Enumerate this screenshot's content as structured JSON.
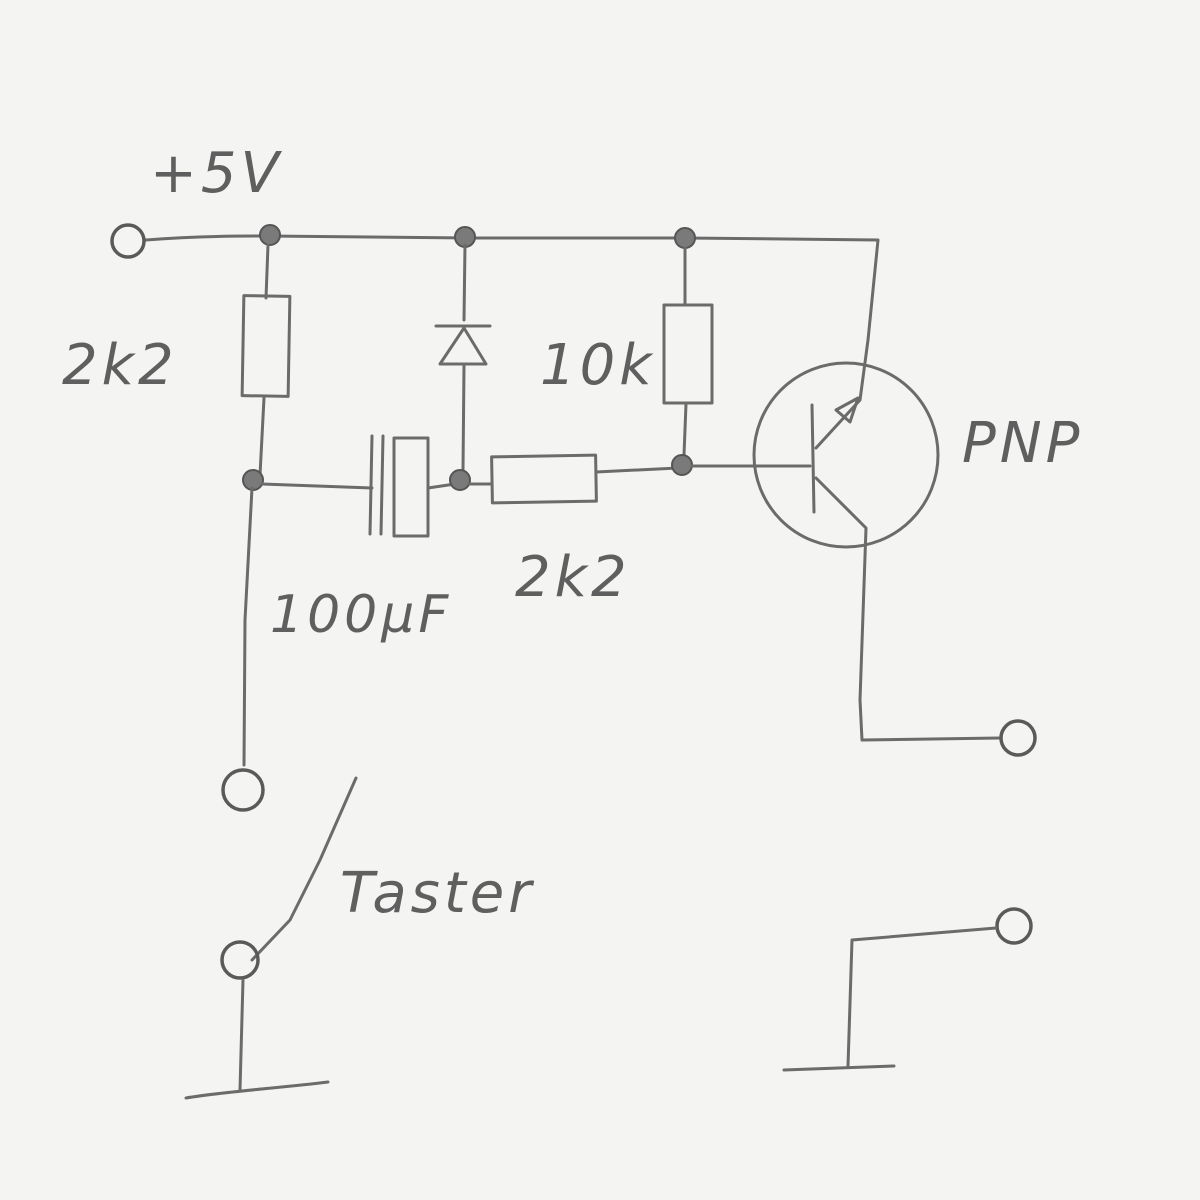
{
  "labels": {
    "supply": "+5V",
    "r_top_left": "2k2",
    "r_top_right": "10k",
    "r_series": "2k2",
    "capacitor": "100µF",
    "transistor": "PNP",
    "switch": "Taster"
  },
  "colors": {
    "ink": "#5f5f5f",
    "paper": "#f4f4f2"
  }
}
